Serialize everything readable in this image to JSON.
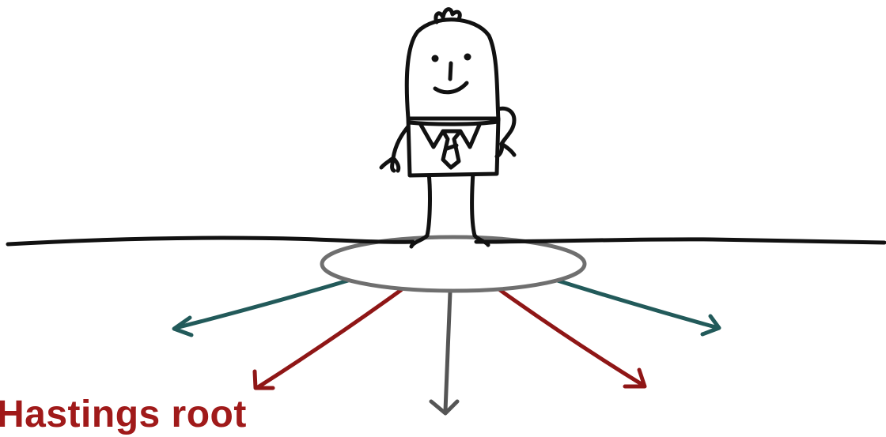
{
  "caption": {
    "text": "Hastings root"
  },
  "colors": {
    "ink": "#111111",
    "root_fill": "#ffffff",
    "root_outline": "#6f6f6f",
    "arrow_teal": "#225a5a",
    "arrow_red": "#8f1616",
    "arrow_gray": "#555555",
    "caption": "#a01a1a"
  },
  "illustration": {
    "figure": "cartoon-businessman",
    "ground": "hand-drawn-ground-line",
    "root": "oval-root-disc",
    "arrows": [
      {
        "icon": "arrow-left-icon",
        "color_key": "arrow_teal"
      },
      {
        "icon": "arrow-down-left-icon",
        "color_key": "arrow_red"
      },
      {
        "icon": "arrow-down-icon",
        "color_key": "arrow_gray"
      },
      {
        "icon": "arrow-down-right-icon",
        "color_key": "arrow_red"
      },
      {
        "icon": "arrow-right-icon",
        "color_key": "arrow_teal"
      }
    ]
  }
}
